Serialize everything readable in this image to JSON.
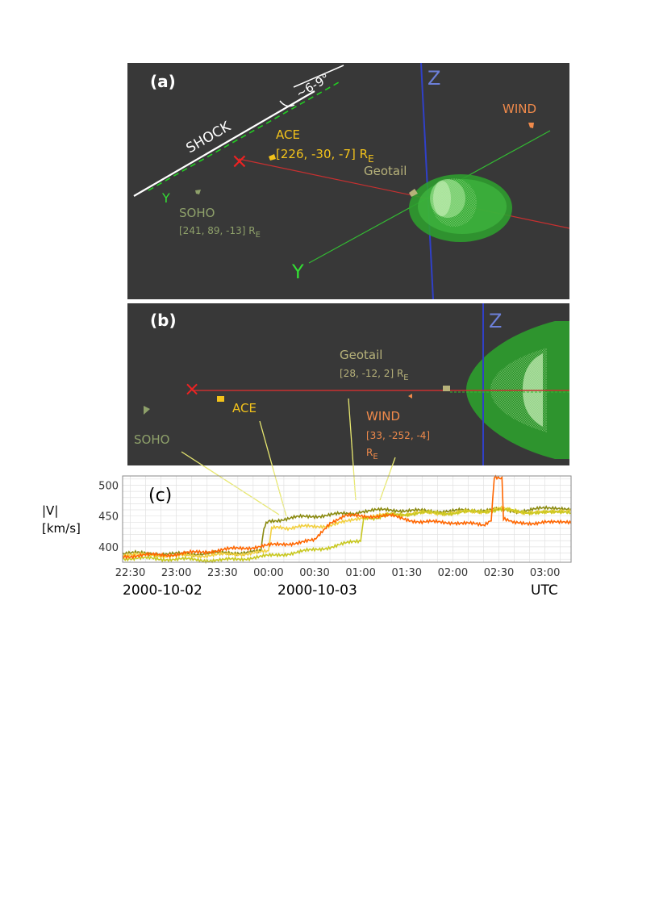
{
  "panel_a": {
    "tag": "(a)",
    "shock_label": "SHOCK",
    "angle_label": "~6-9°",
    "axis_z": "Z",
    "axis_y_small": "Y",
    "axis_y_large": "Y",
    "x_mark": "×",
    "ace_name": "ACE",
    "ace_pos": "[226, -30, -7]",
    "ace_unit": "R",
    "ace_sub": "E",
    "geotail_name": "Geotail",
    "wind_name": "WIND",
    "soho_name": "SOHO",
    "soho_pos": "[241, 89, -13]",
    "soho_unit": "R",
    "soho_sub": "E"
  },
  "panel_b": {
    "tag": "(b)",
    "axis_z": "Z",
    "x_mark": "×",
    "geotail_name": "Geotail",
    "geotail_pos": "[28, -12, 2]",
    "geotail_unit": "R",
    "geotail_sub": "E",
    "ace_name": "ACE",
    "wind_name": "WIND",
    "wind_pos": "[33, -252, -4]",
    "wind_unit": "R",
    "wind_sub": "E",
    "soho_name": "SOHO"
  },
  "colors": {
    "panel_bg": "#383838",
    "ace": "#f2c21b",
    "soho": "#8ea06a",
    "geotail": "#b7b27a",
    "wind": "#f08a4b",
    "z_axis": "#6c7fd8",
    "y_axis": "#33dd33",
    "x_axis": "#cc3030",
    "shock": "#ffffff",
    "shock_dashed": "#22cc22"
  },
  "chart_data": {
    "type": "line",
    "title": "(c)",
    "ylabel_line1": "|V|",
    "ylabel_line2": "[km/s]",
    "xlabel_left": "2000-10-02",
    "xlabel_mid": "2000-10-03",
    "xlabel_right": "UTC",
    "ylim": [
      375,
      515
    ],
    "yticks": [
      400,
      450,
      500
    ],
    "xticks": [
      "22:30",
      "23:00",
      "23:30",
      "00:00",
      "00:30",
      "01:00",
      "01:30",
      "02:00",
      "02:30",
      "03:00"
    ],
    "x_minutes_range": [
      -95,
      197
    ],
    "xtick_minutes": [
      -90,
      -60,
      -30,
      0,
      30,
      60,
      90,
      120,
      150,
      180
    ],
    "grid": true,
    "series": [
      {
        "color": "#8a8a10",
        "x": [
          -95,
          -60,
          -30,
          -5,
          -3,
          0,
          20,
          40,
          55,
          60,
          80,
          100,
          120,
          140,
          150,
          160,
          180,
          197
        ],
        "values": [
          390,
          388,
          390,
          392,
          430,
          442,
          448,
          452,
          454,
          458,
          460,
          458,
          458,
          460,
          460,
          458,
          462,
          462
        ]
      },
      {
        "color": "#f2d040",
        "x": [
          -95,
          -60,
          -30,
          -10,
          0,
          2,
          20,
          40,
          50,
          60,
          80,
          100,
          120,
          140,
          150,
          160,
          180,
          197
        ],
        "values": [
          388,
          385,
          387,
          390,
          392,
          430,
          432,
          435,
          440,
          448,
          452,
          455,
          455,
          458,
          462,
          458,
          455,
          458
        ]
      },
      {
        "color": "#c8c820",
        "x": [
          -95,
          -60,
          -30,
          0,
          30,
          50,
          60,
          62,
          80,
          100,
          120,
          140,
          150,
          160,
          180,
          197
        ],
        "values": [
          382,
          380,
          378,
          385,
          395,
          405,
          410,
          445,
          452,
          455,
          455,
          458,
          460,
          458,
          455,
          455
        ]
      },
      {
        "color": "#ff6600",
        "x": [
          -95,
          -60,
          -30,
          0,
          30,
          40,
          50,
          60,
          80,
          100,
          120,
          140,
          145,
          147,
          152,
          153,
          160,
          180,
          197
        ],
        "values": [
          385,
          388,
          395,
          402,
          410,
          440,
          450,
          450,
          450,
          440,
          440,
          435,
          445,
          512,
          512,
          445,
          438,
          440,
          438
        ]
      }
    ]
  }
}
